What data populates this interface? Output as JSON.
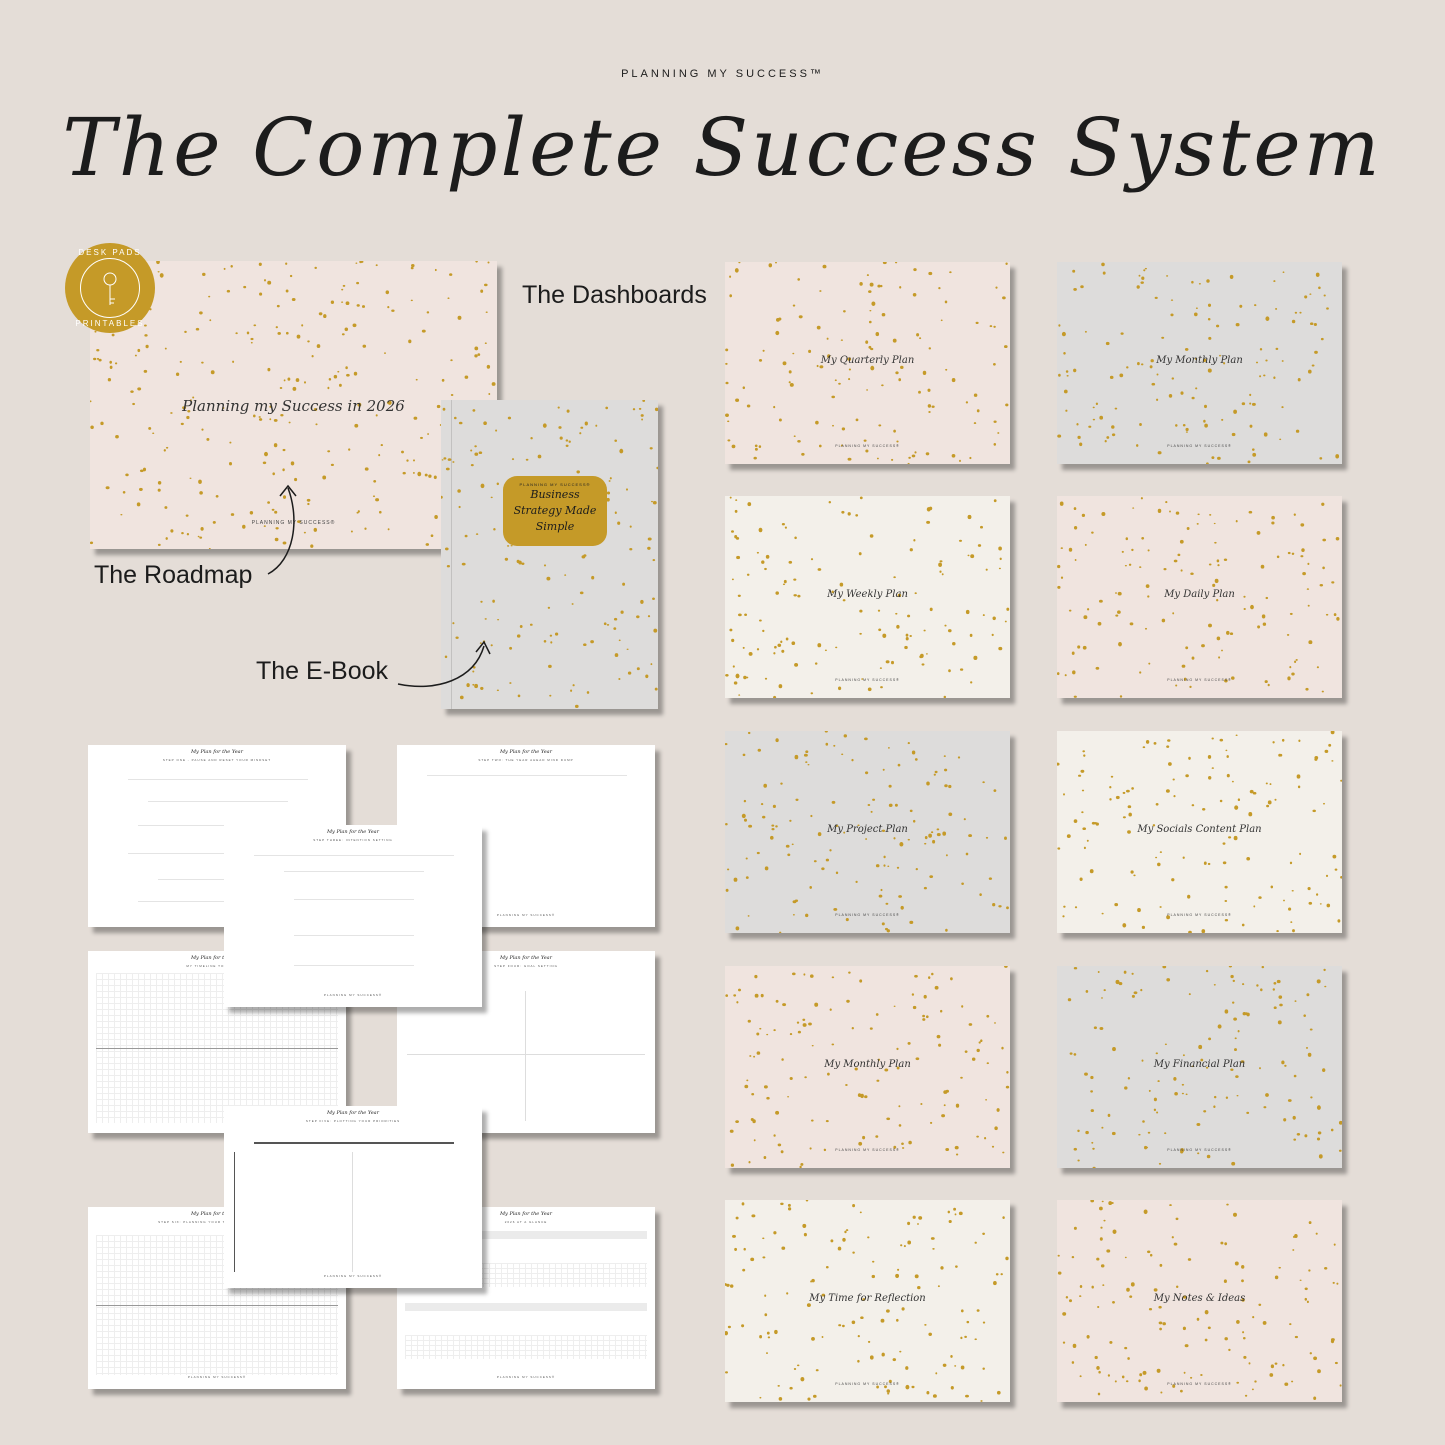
{
  "header": {
    "brand": "PLANNING MY SUCCESS™",
    "title": "The Complete Success System"
  },
  "seal": {
    "top": "DESK PADS",
    "bottom": "PRINTABLES"
  },
  "labels": {
    "dashboards": "The Dashboards",
    "roadmap": "The Roadmap",
    "ebook": "The E-Book"
  },
  "roadmap": {
    "title": "Planning my Success in 2026",
    "footer": "PLANNING MY SUCCESS®"
  },
  "ebook": {
    "brand": "PLANNING MY SUCCESS®",
    "line1": "Business",
    "line2": "Strategy Made",
    "line3": "Simple"
  },
  "dashboards": [
    {
      "title": "My Quarterly Plan",
      "footer": "PLANNING MY SUCCESS®",
      "color": "#f0e4df"
    },
    {
      "title": "My Monthly Plan",
      "footer": "PLANNING MY SUCCESS®",
      "color": "#dddcdb"
    },
    {
      "title": "My Weekly Plan",
      "footer": "PLANNING MY SUCCESS®",
      "color": "#f3f0ea"
    },
    {
      "title": "My Daily Plan",
      "footer": "PLANNING MY SUCCESS®",
      "color": "#f0e4df"
    },
    {
      "title": "My Project Plan",
      "footer": "PLANNING MY SUCCESS®",
      "color": "#dddcdb"
    },
    {
      "title": "My Socials Content Plan",
      "footer": "PLANNING MY SUCCESS®",
      "color": "#f3f0ea"
    },
    {
      "title": "My Monthly Plan",
      "footer": "PLANNING MY SUCCESS®",
      "color": "#f0e4df"
    },
    {
      "title": "My Financial Plan",
      "footer": "PLANNING MY SUCCESS®",
      "color": "#dddcdb"
    },
    {
      "title": "My Time for Reflection",
      "footer": "PLANNING MY SUCCESS®",
      "color": "#f3f0ea"
    },
    {
      "title": "My Notes & Ideas",
      "footer": "PLANNING MY SUCCESS®",
      "color": "#f0e4df"
    }
  ],
  "worksheets": {
    "title": "My Plan for the Year",
    "footer": "PLANNING MY SUCCESS®",
    "pages": [
      {
        "sub": "STEP ONE - PAUSE AND RESET YOUR MINDSET"
      },
      {
        "sub": "STEP TWO: THE YEAR AHEAD MIND DUMP"
      },
      {
        "sub": "STEP THREE: INTENTION SETTING"
      },
      {
        "sub": "MY TIMELINE TO SUCCESS"
      },
      {
        "sub": "STEP FOUR: GOAL SETTING"
      },
      {
        "sub": "STEP FIVE: PLOTTING YOUR PRIORITIES"
      },
      {
        "sub": "STEP SIX: PLANNING YOUR TIMELINE TO SUCCESS"
      },
      {
        "sub": "2026 AT A GLANCE"
      }
    ]
  },
  "colors": {
    "gold": "#c59a28",
    "background": "#e4ddd7",
    "pink": "#f0e4df",
    "grey": "#dddcdb",
    "cream": "#f3f0ea"
  }
}
